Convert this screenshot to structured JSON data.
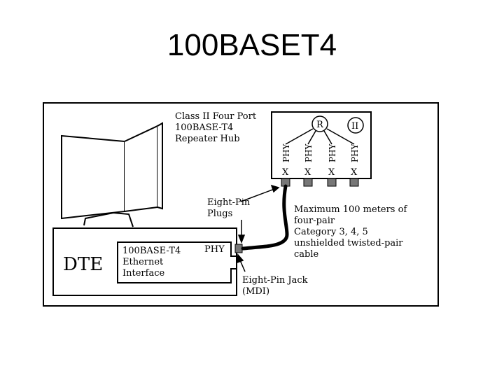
{
  "title": "100BASET4",
  "hub": {
    "caption": [
      "Class II Four Port",
      "100BASE-T4",
      "Repeater Hub"
    ],
    "repeater_label": "R",
    "class_label": "II",
    "port_phy_label": "PHY",
    "port_x_label": "X"
  },
  "plugs_label": [
    "Eight-Pin",
    "Plugs"
  ],
  "cable_label": [
    "Maximum 100 meters of",
    "four-pair",
    "Category 3, 4, 5",
    "unshielded twisted-pair",
    "cable"
  ],
  "dte": {
    "label": "DTE",
    "interface_label": [
      "100BASE-T4",
      "Ethernet",
      "Interface"
    ],
    "phy_label": "PHY"
  },
  "jack_label": [
    "Eight-Pin Jack",
    "(MDI)"
  ]
}
